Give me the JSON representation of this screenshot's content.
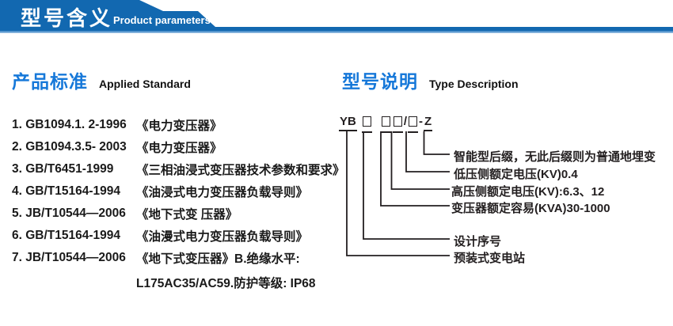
{
  "header": {
    "title_cn": "型号含义",
    "subtitle_en": "Product parameters"
  },
  "colors": {
    "banner_blue": "#1268b0",
    "banner_stripe_light": "#5596ce",
    "heading_blue": "#1678d9",
    "body_text": "#1a1a1a",
    "diagram_line": "#231f20"
  },
  "applied_standard": {
    "heading_cn": "产品标准",
    "heading_en": "Applied Standard",
    "items": [
      {
        "code": "1. GB1094.1. 2-1996",
        "title": "《电力变压器》"
      },
      {
        "code": "2. GB1094.3.5- 2003",
        "title": "《电力变压器》"
      },
      {
        "code": "3. GB/T6451-1999",
        "title": "《三相油浸式变压器技术参数和要求》"
      },
      {
        "code": "4. GB/T15164-1994",
        "title": "《油浸式电力变压器负载导则》"
      },
      {
        "code": "5. JB/T10544—2006",
        "title": "《地下式变 压器》"
      },
      {
        "code": "6. GB/T15164-1994",
        "title": "《油漫式电力变压器负载导则》"
      },
      {
        "code": "7. JB/T10544—2006",
        "title": "《地下式变压器》B.绝缘水平:"
      }
    ],
    "continuation": "L175AC35/AC59.防护等级: IP68"
  },
  "type_description": {
    "heading_cn": "型号说明",
    "heading_en": "Type Description",
    "model_code": {
      "prefix": "YB",
      "slash": "/",
      "dash": "-",
      "suffix": "Z"
    },
    "labels": [
      {
        "text": "智能型后缀，无此后缀则为普通地埋变"
      },
      {
        "text": "低压侧额定电压(KV)0.4"
      },
      {
        "text": "高压侧额定电压(KV):6.3、12"
      },
      {
        "text": "变压器额定容易(KVA)30-1000"
      },
      {
        "text": "设计序号"
      },
      {
        "text": "预装式变电站"
      }
    ]
  }
}
